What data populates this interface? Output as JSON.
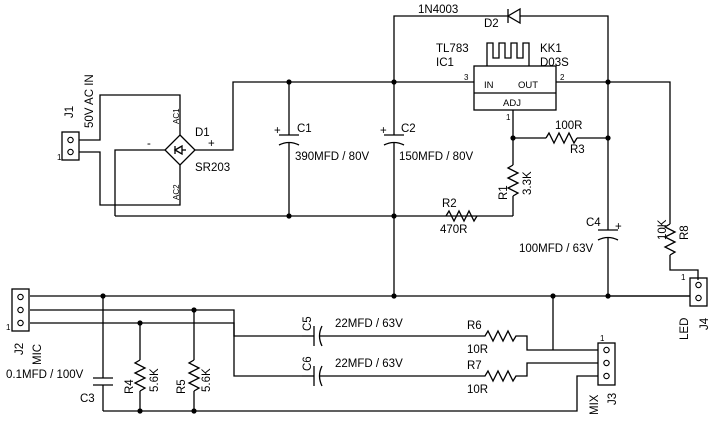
{
  "components": {
    "j1": {
      "ref": "J1",
      "value": "50V AC IN",
      "pin1": "1"
    },
    "d1": {
      "ref": "D1",
      "value": "SR203",
      "ac1": "AC1",
      "ac2": "AC2",
      "plus": "+",
      "minus": "-"
    },
    "c1": {
      "ref": "C1",
      "value": "390MFD / 80V",
      "plus": "+"
    },
    "c2": {
      "ref": "C2",
      "value": "150MFD / 80V",
      "plus": "+"
    },
    "d2": {
      "ref": "D2",
      "value": "1N4003"
    },
    "ic1": {
      "ref": "IC1",
      "value": "TL783",
      "in": "IN",
      "out": "OUT",
      "adj": "ADJ",
      "pin3": "3",
      "pin2": "2",
      "pin1": "1"
    },
    "kk1": {
      "ref": "KK1",
      "value": "D03S"
    },
    "r3": {
      "ref": "R3",
      "value": "100R"
    },
    "r1": {
      "ref": "R1",
      "value": "3.3K"
    },
    "r2": {
      "ref": "R2",
      "value": "470R"
    },
    "c4": {
      "ref": "C4",
      "value": "100MFD / 63V",
      "plus": "+"
    },
    "r8": {
      "ref": "R8",
      "value": "10K"
    },
    "j4": {
      "ref": "J4",
      "value": "LED",
      "pin1": "1"
    },
    "j2": {
      "ref": "J2",
      "value": "MIC",
      "pin1": "1"
    },
    "c3": {
      "ref": "C3",
      "value": "0.1MFD / 100V"
    },
    "r4": {
      "ref": "R4",
      "value": "5.6K"
    },
    "r5": {
      "ref": "R5",
      "value": "5.6K"
    },
    "c5": {
      "ref": "C5",
      "value": "22MFD / 63V"
    },
    "c6": {
      "ref": "C6",
      "value": "22MFD / 63V"
    },
    "r6": {
      "ref": "R6",
      "value": "10R"
    },
    "r7": {
      "ref": "R7",
      "value": "10R"
    },
    "j3": {
      "ref": "J3",
      "value": "MIX",
      "pin1": "1"
    }
  }
}
